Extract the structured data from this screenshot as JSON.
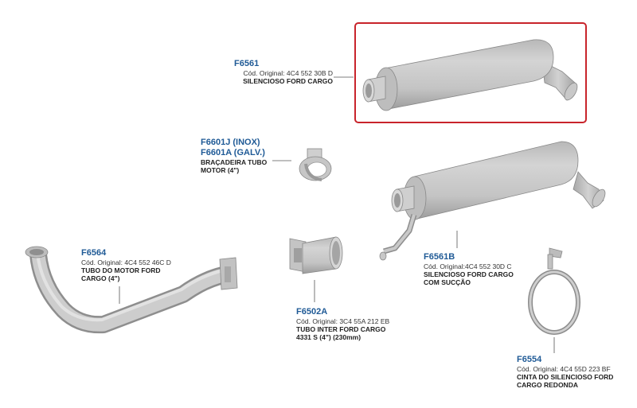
{
  "highlight_color": "#c8242b",
  "code_color": "#1f5a96",
  "parts": [
    {
      "id": "f6561",
      "code": "F6561",
      "original": "Cód. Original: 4C4 552 30B D",
      "name": "SILENCIOSO FORD CARGO"
    },
    {
      "id": "f6601",
      "code": "F6601J (INOX)",
      "code2": "F6601A (GALV.)",
      "name": "BRAÇADEIRA TUBO",
      "name2": "MOTOR  (4\")"
    },
    {
      "id": "f6564",
      "code": "F6564",
      "original": "Cód. Original: 4C4 552 46C D",
      "name": "TUBO DO MOTOR FORD",
      "name2": "CARGO (4\")"
    },
    {
      "id": "f6561b",
      "code": "F6561B",
      "original": "Cód. Original:4C4 552 30D C",
      "name": "SILENCIOSO FORD CARGO",
      "name2": "COM SUCÇÃO"
    },
    {
      "id": "f6502a",
      "code": "F6502A",
      "original": "Cód. Original: 3C4 55A 212 EB",
      "name": "TUBO INTER FORD CARGO",
      "name2": "4331 S (4\") (230mm)"
    },
    {
      "id": "f6554",
      "code": "F6554",
      "original": "Cód. Original: 4C4 55D 223 BF",
      "name": "CINTA DO SILENCIOSO FORD",
      "name2": "CARGO REDONDA"
    }
  ]
}
